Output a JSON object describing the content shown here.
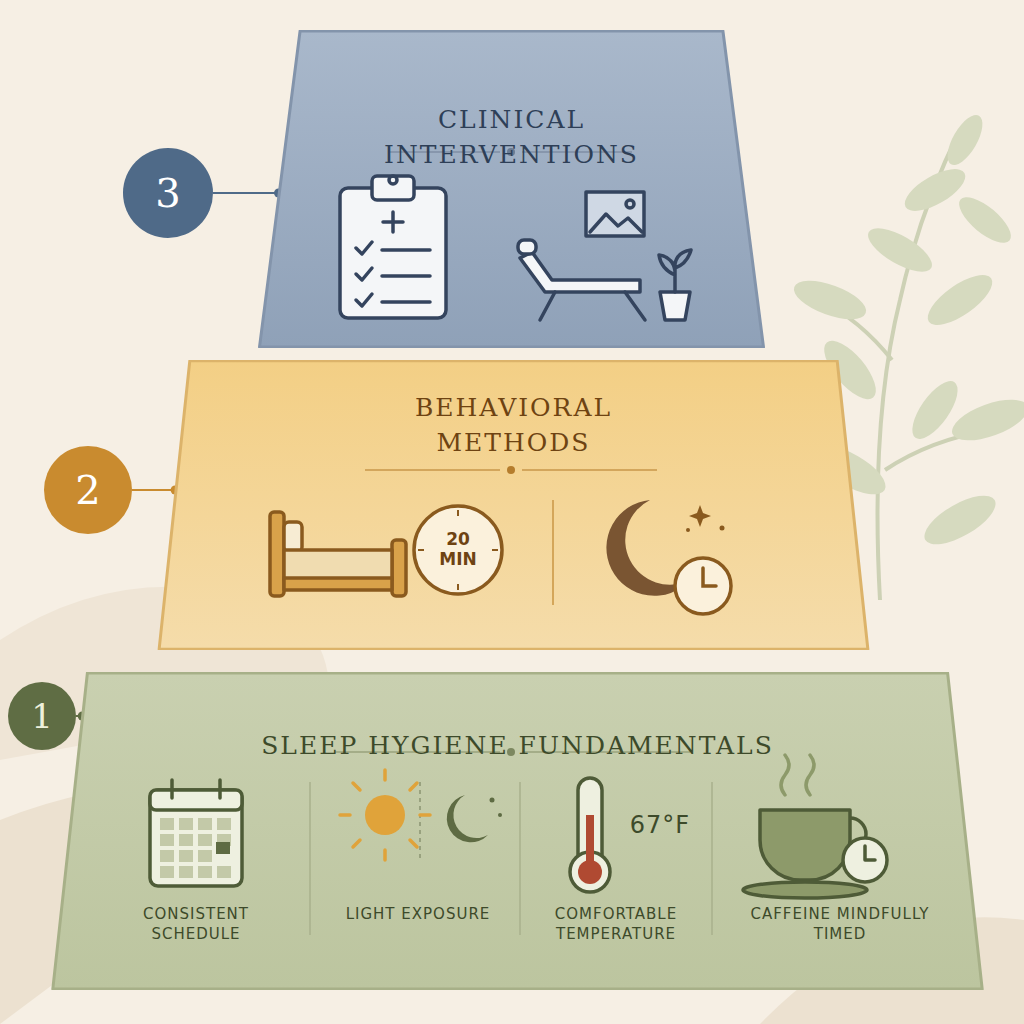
{
  "diagram": {
    "nodes": [
      {
        "text": [
          "3"
        ]
      },
      {
        "text": [
          "CLINICAL INTERVENTIONS"
        ]
      },
      {
        "text": [
          "2"
        ]
      },
      {
        "text": [
          "BEHAVIORAL METHODS"
        ]
      },
      {
        "text": [
          "1"
        ]
      },
      {
        "text": [
          "SLEEP HYGIENE FUNDAMENTALS"
        ]
      }
    ],
    "edges": [
      {
        "from": 0,
        "to": 1,
        "arrow": "none"
      },
      {
        "from": 2,
        "to": 3,
        "arrow": "none"
      },
      {
        "from": 4,
        "to": 5,
        "arrow": "none"
      }
    ],
    "labels": [
      "20 MIN",
      "67°F",
      "CONSISTENT SCHEDULE",
      "LIGHT EXPOSURE",
      "COMFORTABLE TEMPERATURE",
      "CAFFEINE MINDFULLY TIMED"
    ]
  }
}
